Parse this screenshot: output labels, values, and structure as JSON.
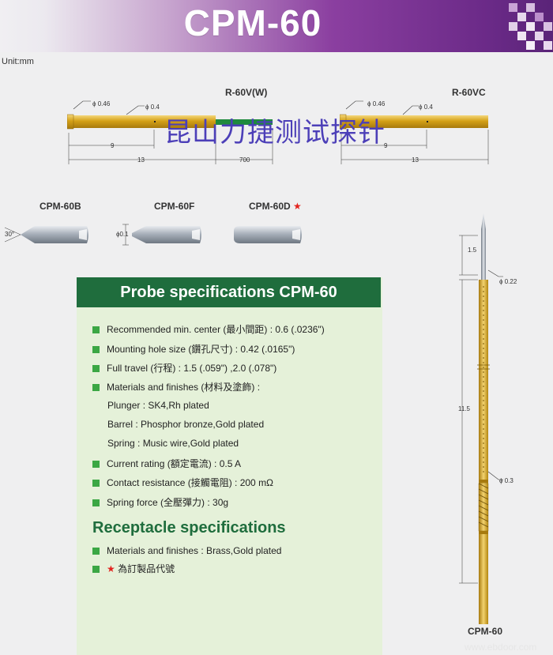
{
  "header": {
    "title": "CPM-60"
  },
  "unit_label": "Unit:mm",
  "receptacles": [
    {
      "name": "R-60V(W)",
      "dims": {
        "outer": "ϕ 0.46",
        "inner": "ϕ 0.4",
        "len_a": "9",
        "len_b": "13",
        "len_c": "700"
      }
    },
    {
      "name": "R-60VC",
      "dims": {
        "outer": "ϕ 0.46",
        "inner": "ϕ 0.4",
        "len_a": "9",
        "len_b": "13"
      }
    }
  ],
  "watermark": "昆山力捷测试探针",
  "tips": [
    {
      "name": "CPM-60B",
      "angle": "30°"
    },
    {
      "name": "CPM-60F",
      "dim": "ϕ0.1"
    },
    {
      "name": "CPM-60D",
      "star": "★"
    }
  ],
  "probe_specs": {
    "title": "Probe specifications CPM-60",
    "items": [
      "Recommended min. center (最小間距) : 0.6 (.0236\")",
      "Mounting hole size (鑽孔尺寸) : 0.42 (.0165\")",
      "Full travel (行程) : 1.5 (.059\") ,2.0 (.078\")",
      "Materials and finishes (材料及塗飾) :"
    ],
    "materials": [
      "Plunger : SK4,Rh plated",
      "Barrel : Phosphor bronze,Gold plated",
      "Spring : Music wire,Gold plated"
    ],
    "items2": [
      "Current rating (額定電流) : 0.5 A",
      "Contact resistance (接觸電阻) : 200 mΩ",
      "Spring force (全壓彈力) : 30g"
    ]
  },
  "receptacle_specs": {
    "title": "Receptacle specifications",
    "items": [
      "Materials and finishes : Brass,Gold plated"
    ],
    "note_star": "★",
    "note": "為訂製品代號"
  },
  "pin": {
    "label": "CPM-60",
    "dims": {
      "tip": "1.5",
      "d1": "ϕ 0.22",
      "len": "11.5",
      "d2": "ϕ 0.3"
    }
  },
  "footer": "www.ebdoor.com",
  "colors": {
    "gold": "#d4a017",
    "green": "#1f6d3d",
    "bullet": "#3ba744",
    "purple": "#6b2a88"
  }
}
